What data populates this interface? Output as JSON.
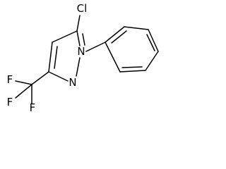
{
  "molecule": {
    "atoms": {
      "chlorine": "Cl",
      "nitrogen_1": "N",
      "nitrogen_2": "N",
      "fluorine_top": "F",
      "fluorine_left": "F",
      "fluorine_bottom": "F"
    }
  }
}
